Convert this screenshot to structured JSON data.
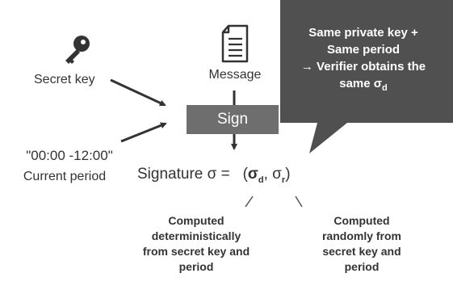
{
  "callout": {
    "line1": "Same private key +",
    "line2": "Same period",
    "line3": "→ Verifier obtains the",
    "line4_prefix": "same σ",
    "line4_sub": "d"
  },
  "inputs": {
    "secret_key_label": "Secret key",
    "message_label": "Message",
    "time_value": "\"00:00 -12:00\"",
    "current_period_label": "Current period"
  },
  "process": {
    "sign_label": "Sign"
  },
  "signature": {
    "prefix": "Signature σ = ",
    "open": "(",
    "sigma1": "σ",
    "sigma1_sub": "d",
    "sep": ", σ",
    "sigma2_sub": "r",
    "close": ")"
  },
  "notes": {
    "left_line1": "Computed",
    "left_line2": "deterministically",
    "left_line3": "from secret key and",
    "left_line4": "period",
    "right_line1": "Computed",
    "right_line2": "randomly from",
    "right_line3": "secret key and",
    "right_line4": "period"
  },
  "colors": {
    "callout_bg": "#505050",
    "sign_bg": "#6e6e6e",
    "text": "#333333",
    "arrow": "#333333"
  },
  "icons": [
    "key-icon",
    "document-icon",
    "arrow-icon"
  ]
}
